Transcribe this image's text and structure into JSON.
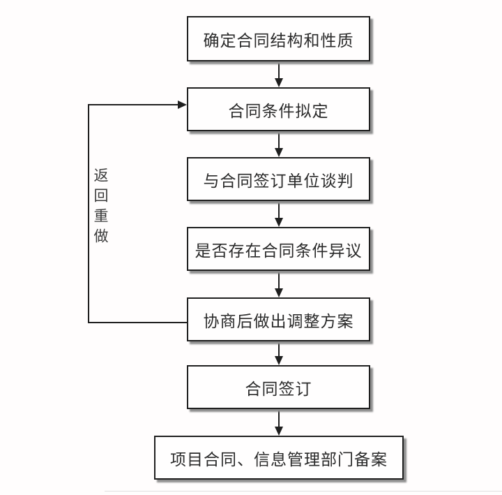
{
  "diagram": {
    "type": "flowchart",
    "nodes": [
      {
        "label": "确定合同结构和性质"
      },
      {
        "label": "合同条件拟定"
      },
      {
        "label": "与合同签订单位谈判"
      },
      {
        "label": "是否存在合同条件异议"
      },
      {
        "label": "协商后做出调整方案"
      },
      {
        "label": "合同签订"
      },
      {
        "label": "项目合同、信息管理部门备案"
      }
    ],
    "loop_edge": {
      "label": "返回重做",
      "from": "协商后做出调整方案",
      "to": "合同条件拟定"
    },
    "colors": {
      "line": "#1f1f1f",
      "box_fill": "#fffefe",
      "box_border": "#1f1f1f",
      "shadow": "#8f8f8f",
      "background": "#fffdfd",
      "text": "#2a2a2a"
    }
  }
}
